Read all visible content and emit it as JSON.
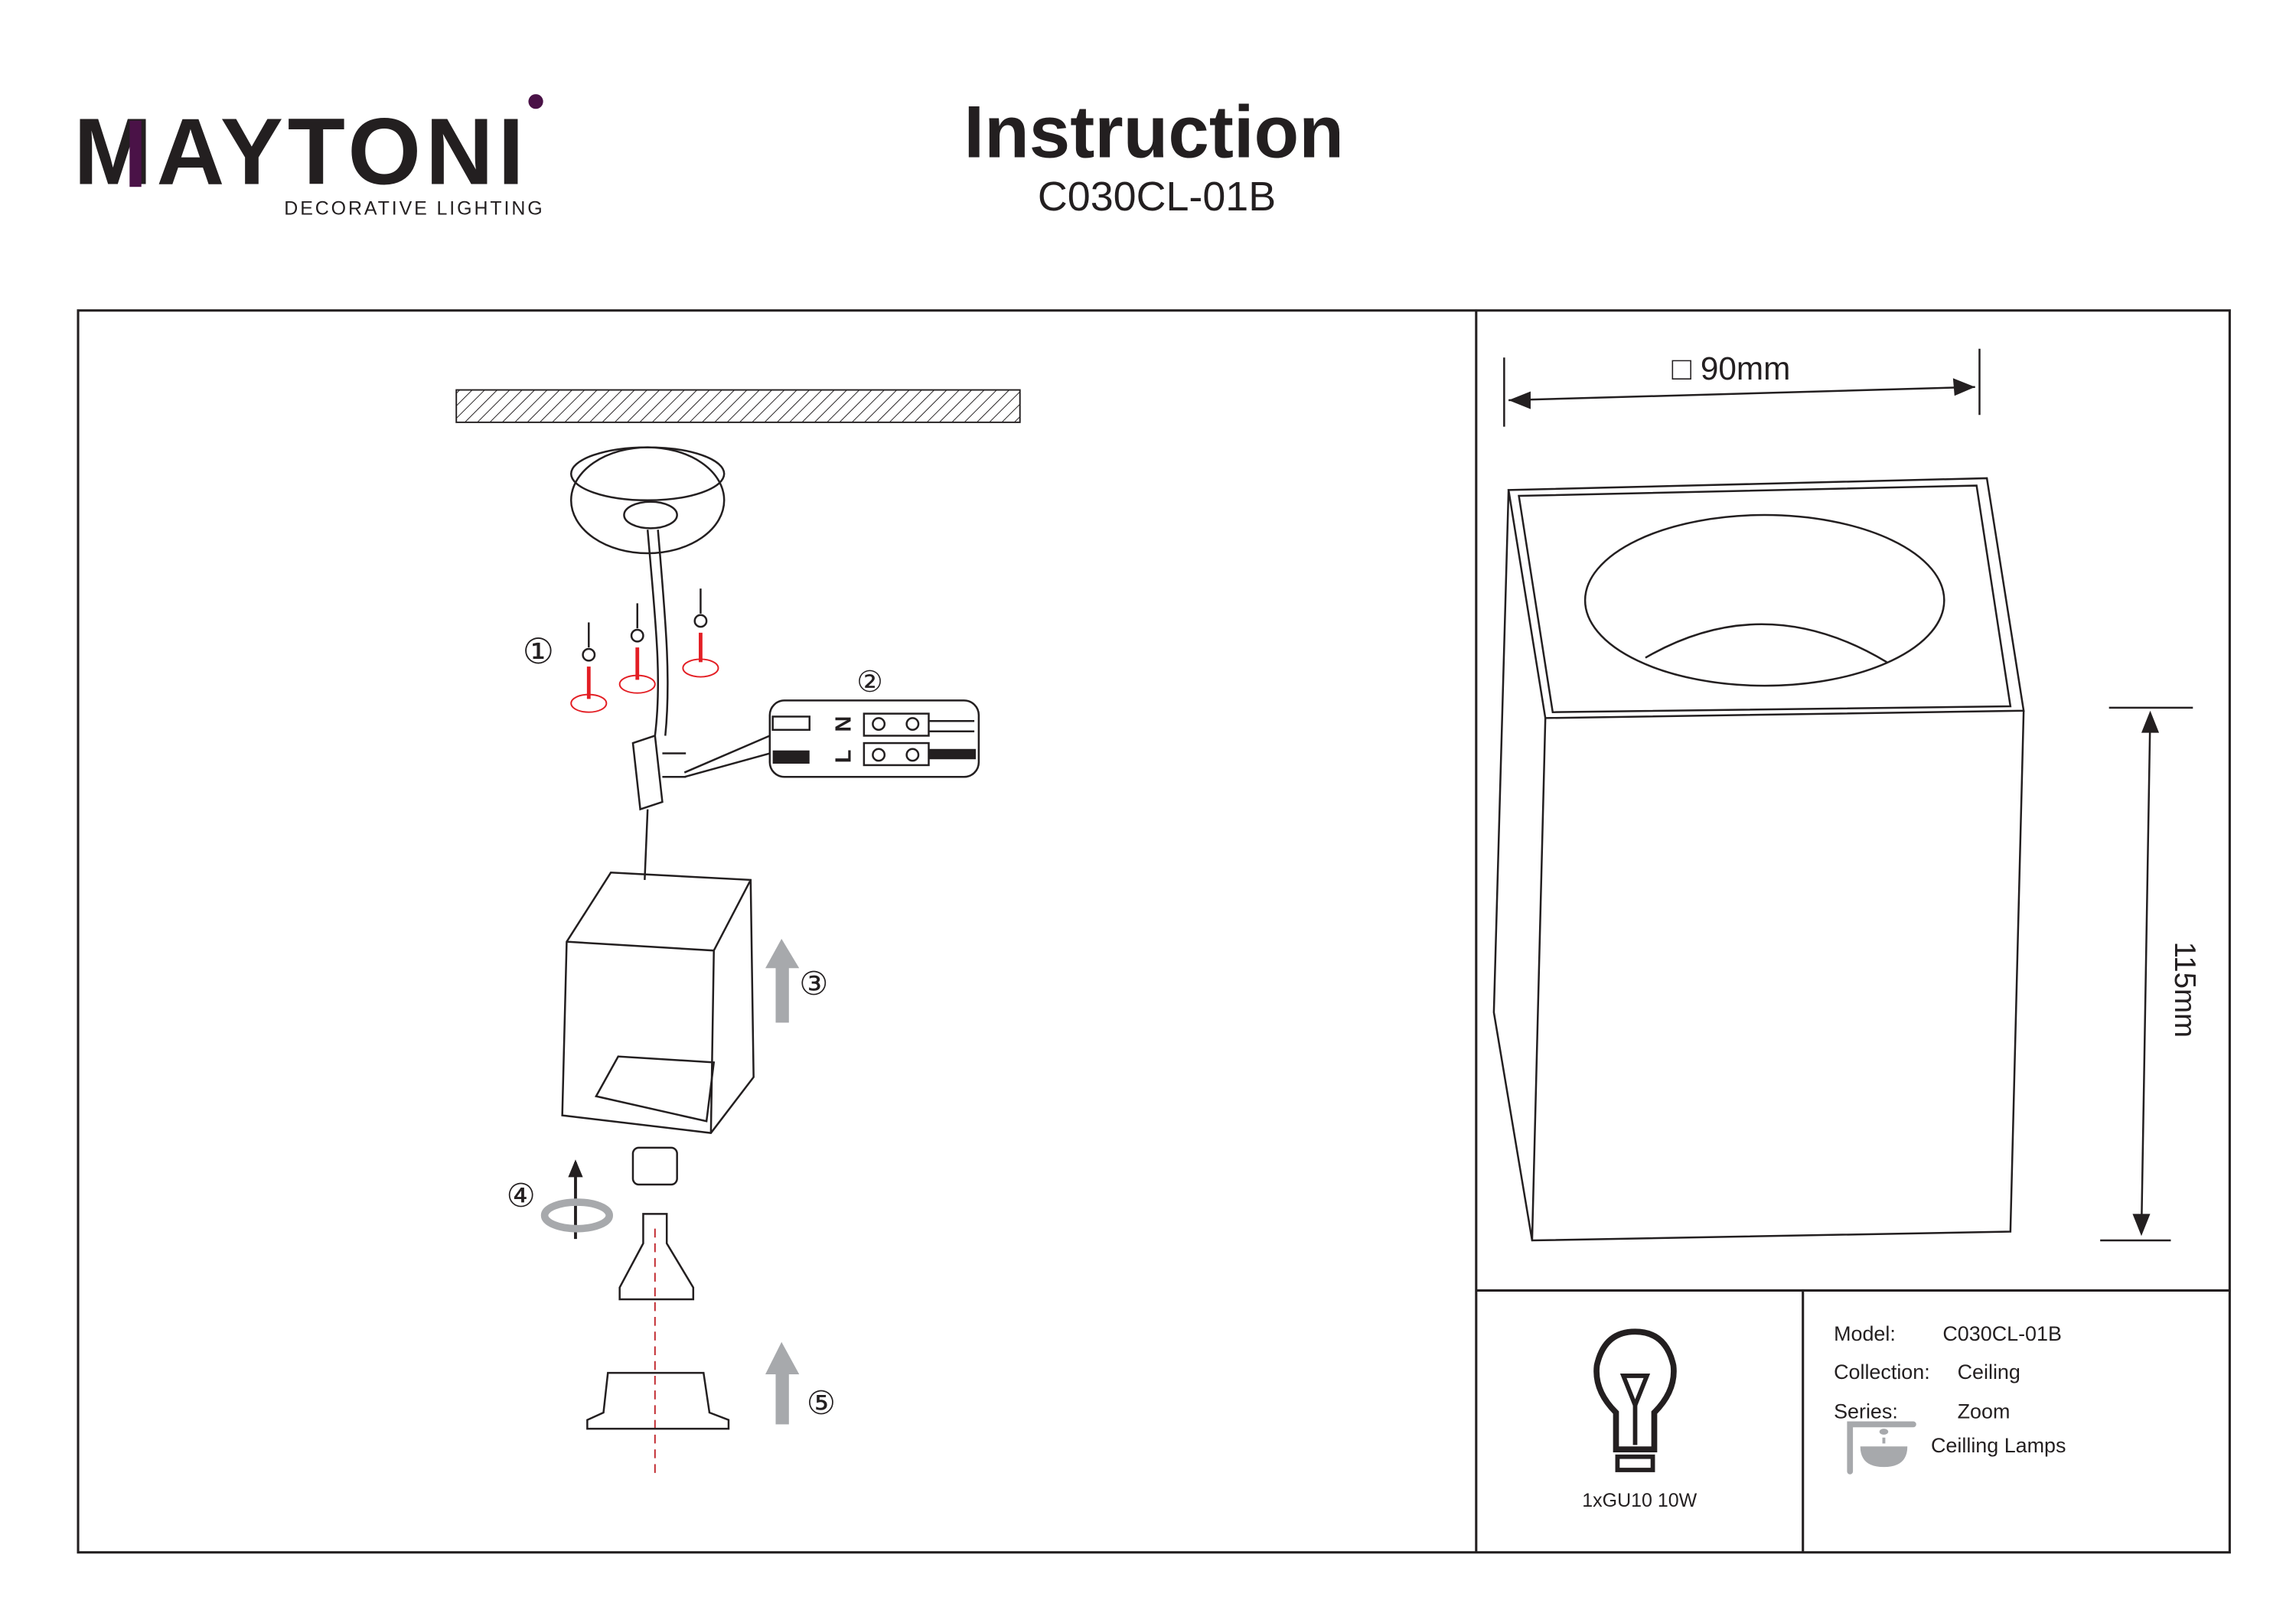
{
  "brand": {
    "name": "MAYTONI",
    "tagline": "DECORATIVE LIGHTING",
    "accent_color": "#4a1247"
  },
  "header": {
    "title": "Instruction",
    "model": "C030CL-01B"
  },
  "steps": [
    "①",
    "②",
    "③",
    "④",
    "⑤"
  ],
  "wiring": {
    "neutral": "N",
    "live": "L"
  },
  "dimensions": {
    "width_label": "□ 90mm",
    "height_label": "115mm"
  },
  "lamp": {
    "spec": "1xGU10 10W"
  },
  "info": {
    "model_label": "Model:",
    "model_value": "C030CL-01B",
    "collection_label": "Collection:",
    "collection_value": "Ceiling",
    "series_label": "Series:",
    "series_value": "Zoom",
    "category": "Ceilling Lamps"
  },
  "icons": [
    "bulb-icon",
    "ceiling-lamp-icon"
  ]
}
